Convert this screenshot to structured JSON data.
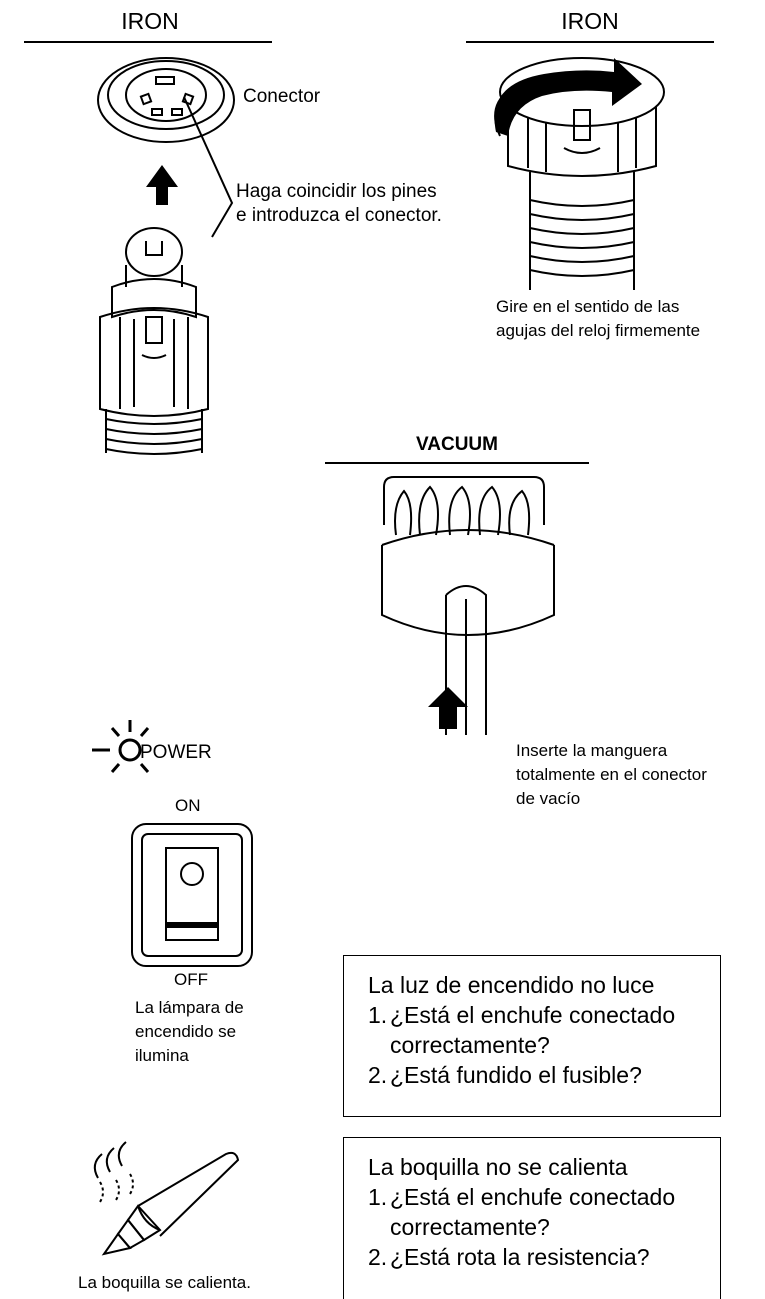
{
  "iron_left": {
    "heading": "IRON",
    "connector_label": "Conector",
    "pin_instruction": [
      "Haga coincidir los pines",
      "e introduzca el conector."
    ]
  },
  "iron_right": {
    "heading": "IRON",
    "rotate_instruction": [
      "Gire en el sentido de las",
      "agujas del reloj firmemente"
    ]
  },
  "vacuum": {
    "heading": "VACUUM",
    "hose_instruction": [
      "Inserte la manguera",
      "totalmente en el conector",
      "de vacío"
    ]
  },
  "power": {
    "label": "POWER",
    "on_label": "ON",
    "off_label": "OFF",
    "lamp_caption": [
      "La lámpara de",
      "encendido se",
      "ilumina"
    ]
  },
  "troubleshoot_power": {
    "title": "La luz de encendido no luce",
    "items": [
      {
        "num": "1.",
        "lines": [
          "¿Está el enchufe conectado",
          "correctamente?"
        ]
      },
      {
        "num": "2.",
        "lines": [
          "¿Está fundido el fusible?"
        ]
      }
    ]
  },
  "tip": {
    "caption": "La boquilla se calienta."
  },
  "troubleshoot_tip": {
    "title": "La boquilla no se calienta",
    "items": [
      {
        "num": "1.",
        "lines": [
          "¿Está el enchufe conectado",
          "correctamente?"
        ]
      },
      {
        "num": "2.",
        "lines": [
          "¿Está rota la resistencia?"
        ]
      }
    ]
  }
}
